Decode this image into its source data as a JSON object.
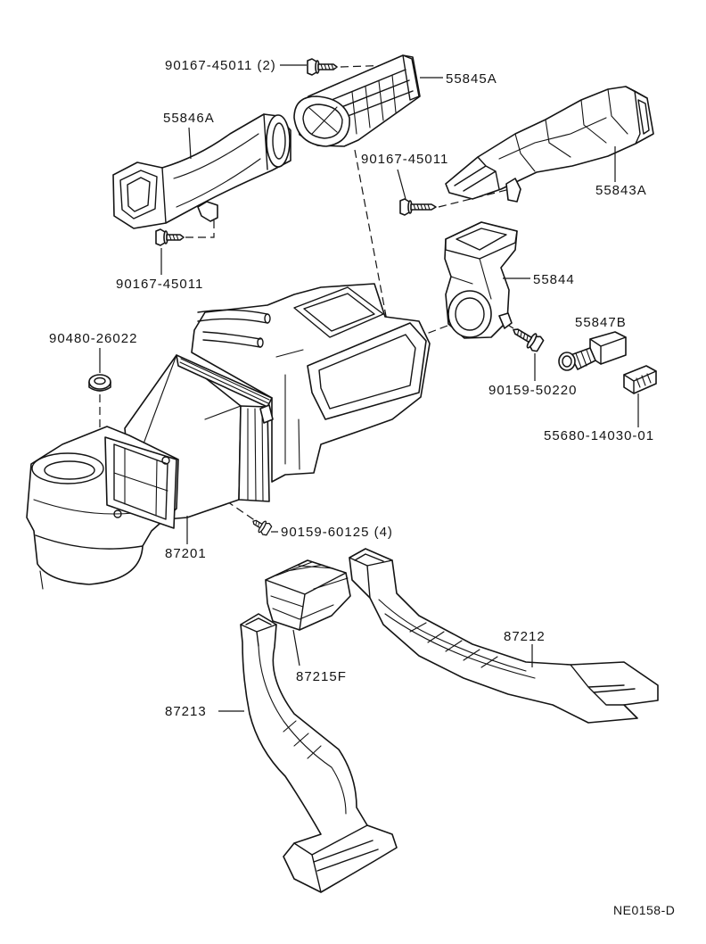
{
  "figure_code": "NE0158-D",
  "callouts": {
    "screw_top": "90167-45011 (2)",
    "duct_55845a": "55845A",
    "duct_55846a": "55846A",
    "screw_right": "90167-45011",
    "duct_55843a": "55843A",
    "screw_left": "90167-45011",
    "duct_55844": "55844",
    "connector_55847b": "55847B",
    "grommet": "90480-26022",
    "bolt_duct_55844": "90159-50220",
    "connector_55680": "55680-14030-01",
    "bolt_blower": "90159-60125 (4)",
    "blower": "87201",
    "duct_87212": "87212",
    "duct_87215f": "87215F",
    "duct_87213": "87213"
  }
}
